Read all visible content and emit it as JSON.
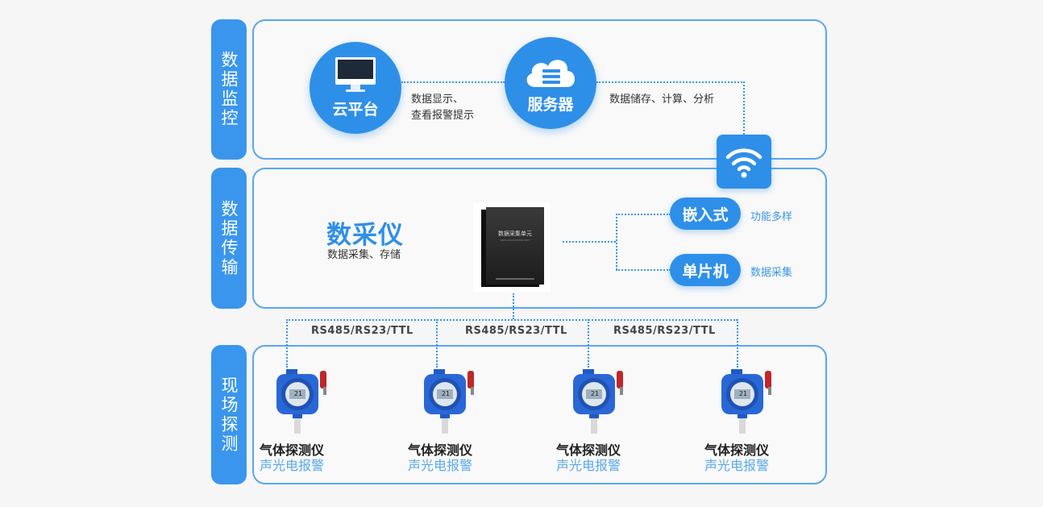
{
  "side_labels": {
    "monitor": "数据监控",
    "transmit": "数据传输",
    "field": "现场探测"
  },
  "cloud": {
    "label": "云平台",
    "note_line1": "数据显示、",
    "note_line2": "查看报警提示"
  },
  "server": {
    "label": "服务器",
    "note": "数据储存、计算、分析"
  },
  "collector": {
    "title": "数采仪",
    "subtitle": "数据采集、存储",
    "device_text": "数据采集单元",
    "device_subtext": "DATA ACQUISITION UNIT"
  },
  "embedded": {
    "label": "嵌入式",
    "note": "功能多样"
  },
  "mcu": {
    "label": "单片机",
    "note": "数据采集"
  },
  "protocols": [
    "RS485/RS23/TTL",
    "RS485/RS23/TTL",
    "RS485/RS23/TTL"
  ],
  "detectors": [
    {
      "name": "气体探测仪",
      "sub": "声光电报警",
      "display": "21"
    },
    {
      "name": "气体探测仪",
      "sub": "声光电报警",
      "display": "21"
    },
    {
      "name": "气体探测仪",
      "sub": "声光电报警",
      "display": "21"
    },
    {
      "name": "气体探测仪",
      "sub": "声光电报警",
      "display": "21"
    }
  ],
  "colors": {
    "accent": "#2e8fe9",
    "sidebar": "#3a96ec",
    "border": "#5aa6ee",
    "sub_text": "#58a8ee"
  },
  "icons": {
    "cloud_platform": "monitor-icon",
    "server": "cloud-server-icon",
    "wifi": "wifi-icon"
  }
}
